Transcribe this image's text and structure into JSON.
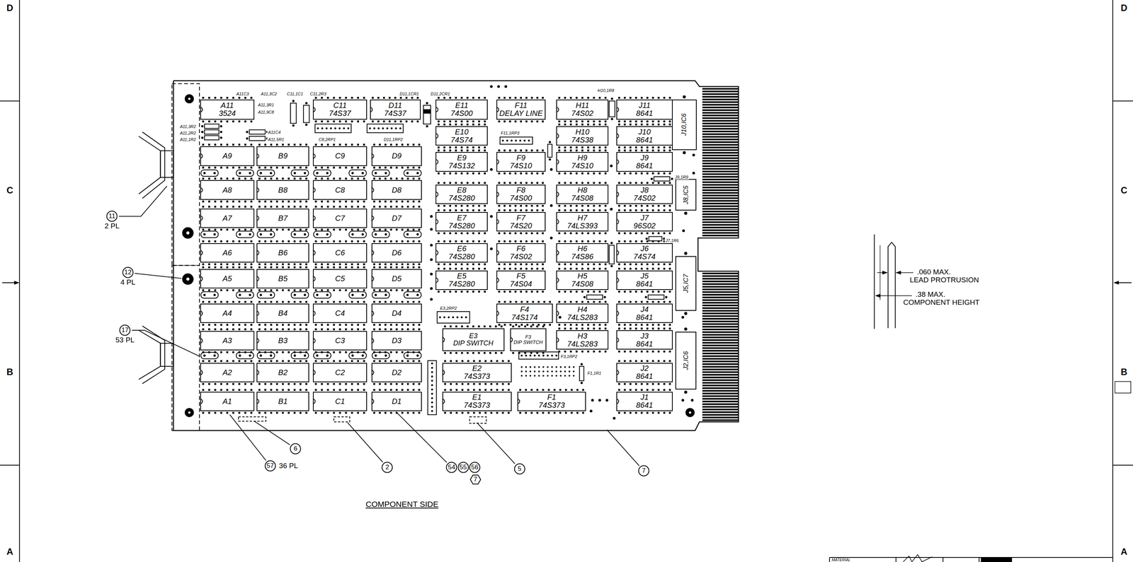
{
  "diagram": {
    "caption": "COMPONENT SIDE",
    "nodes": [
      {
        "text": [
          "A11",
          "3524"
        ]
      },
      {
        "text": [
          "C11",
          "74S37"
        ]
      },
      {
        "text": [
          "D11",
          "74S37"
        ]
      },
      {
        "text": [
          "E11",
          "74S00"
        ]
      },
      {
        "text": [
          "F11",
          "DELAY LINE"
        ]
      },
      {
        "text": [
          "H11",
          "74S02"
        ]
      },
      {
        "text": [
          "J11",
          "8641"
        ]
      },
      {
        "text": [
          "E10",
          "74S74"
        ]
      },
      {
        "text": [
          "H10",
          "74S38"
        ]
      },
      {
        "text": [
          "J10",
          "8641"
        ]
      },
      {
        "text": [
          "J10,IC6"
        ]
      },
      {
        "text": [
          "A9"
        ]
      },
      {
        "text": [
          "B9"
        ]
      },
      {
        "text": [
          "C9"
        ]
      },
      {
        "text": [
          "D9"
        ]
      },
      {
        "text": [
          "E9",
          "74S132"
        ]
      },
      {
        "text": [
          "F9",
          "74S10"
        ]
      },
      {
        "text": [
          "H9",
          "74S10"
        ]
      },
      {
        "text": [
          "J9",
          "8641"
        ]
      },
      {
        "text": [
          "A8"
        ]
      },
      {
        "text": [
          "B8"
        ]
      },
      {
        "text": [
          "C8"
        ]
      },
      {
        "text": [
          "D8"
        ]
      },
      {
        "text": [
          "E8",
          "74S280"
        ]
      },
      {
        "text": [
          "F8",
          "74S00"
        ]
      },
      {
        "text": [
          "H8",
          "74S08"
        ]
      },
      {
        "text": [
          "J8",
          "74S02"
        ]
      },
      {
        "text": [
          "J8,IC5"
        ]
      },
      {
        "text": [
          "A7"
        ]
      },
      {
        "text": [
          "B7"
        ]
      },
      {
        "text": [
          "C7"
        ]
      },
      {
        "text": [
          "D7"
        ]
      },
      {
        "text": [
          "E7",
          "74S280"
        ]
      },
      {
        "text": [
          "F7",
          "74S20"
        ]
      },
      {
        "text": [
          "H7",
          "74LS393"
        ]
      },
      {
        "text": [
          "J7",
          "96S02"
        ]
      },
      {
        "text": [
          "A6"
        ]
      },
      {
        "text": [
          "B6"
        ]
      },
      {
        "text": [
          "C6"
        ]
      },
      {
        "text": [
          "D6"
        ]
      },
      {
        "text": [
          "E6",
          "74S280"
        ]
      },
      {
        "text": [
          "F6",
          "74S02"
        ]
      },
      {
        "text": [
          "H6",
          "74S86"
        ]
      },
      {
        "text": [
          "J6",
          "74S74"
        ]
      },
      {
        "text": [
          "A5"
        ]
      },
      {
        "text": [
          "B5"
        ]
      },
      {
        "text": [
          "C5"
        ]
      },
      {
        "text": [
          "D5"
        ]
      },
      {
        "text": [
          "E5",
          "74S280"
        ]
      },
      {
        "text": [
          "F5",
          "74S04"
        ]
      },
      {
        "text": [
          "H5",
          "74S08"
        ]
      },
      {
        "text": [
          "J5",
          "8641"
        ]
      },
      {
        "text": [
          "J5,IC7"
        ]
      },
      {
        "text": [
          "A4"
        ]
      },
      {
        "text": [
          "B4"
        ]
      },
      {
        "text": [
          "C4"
        ]
      },
      {
        "text": [
          "D4"
        ]
      },
      {
        "text": [
          "F4",
          "74S174"
        ]
      },
      {
        "text": [
          "H4",
          "74LS283"
        ]
      },
      {
        "text": [
          "J4",
          "8641"
        ]
      },
      {
        "text": [
          "A3"
        ]
      },
      {
        "text": [
          "B3"
        ]
      },
      {
        "text": [
          "C3"
        ]
      },
      {
        "text": [
          "D3"
        ]
      },
      {
        "text": [
          "E3",
          "DIP SWITCH"
        ]
      },
      {
        "text": [
          "F3",
          "DIP SWITCH"
        ]
      },
      {
        "text": [
          "H3",
          "74LS283"
        ]
      },
      {
        "text": [
          "J3",
          "8641"
        ]
      },
      {
        "text": [
          "A2"
        ]
      },
      {
        "text": [
          "B2"
        ]
      },
      {
        "text": [
          "C2"
        ]
      },
      {
        "text": [
          "D2"
        ]
      },
      {
        "text": [
          "E2",
          "74S373"
        ]
      },
      {
        "text": [
          "J2",
          "8641"
        ]
      },
      {
        "text": [
          "J2,IC6"
        ]
      },
      {
        "text": [
          "A1"
        ]
      },
      {
        "text": [
          "B1"
        ]
      },
      {
        "text": [
          "C1"
        ]
      },
      {
        "text": [
          "D1"
        ]
      },
      {
        "text": [
          "E1",
          "74S373"
        ]
      },
      {
        "text": [
          "F1",
          "74S373"
        ]
      },
      {
        "text": [
          "J1",
          "8641"
        ]
      },
      {
        "text": [
          "11",
          "2 PL"
        ]
      },
      {
        "text": [
          "12",
          "4 PL"
        ]
      },
      {
        "text": [
          "17",
          "53 PL"
        ]
      },
      {
        "text": [
          "6"
        ]
      },
      {
        "text": [
          "57",
          "36 PL"
        ]
      },
      {
        "text": [
          "2"
        ]
      },
      {
        "text": [
          "54"
        ]
      },
      {
        "text": [
          "55"
        ]
      },
      {
        "text": [
          "56"
        ]
      },
      {
        "text": [
          "7"
        ]
      },
      {
        "text": [
          "5"
        ]
      },
      {
        "text": [
          "7"
        ]
      }
    ],
    "labels": [
      "D",
      "C",
      "B",
      "A",
      "D",
      "C",
      "B",
      "A",
      ".060 MAX.",
      "LEAD PROTRUSION",
      ".38 MAX.",
      "COMPONENT HEIGHT",
      "MATERIAL",
      "A11C3",
      "A11,3C2",
      "C11,1C1",
      "C11,2R3",
      "A11,3R1",
      "A11,9C8",
      "A11,3R2",
      "A11,2R2",
      "A11,1R2",
      "A11C4",
      "A11,5R1",
      "C8,2RP1",
      "D11,1RP2",
      "D11,1CR1",
      "D11,2CR1",
      "H10,1R8",
      "F11,1RP3",
      "J9,1R9",
      "J7,1R6",
      "E3,2RP2",
      "F3,1RP2",
      "F1,1R1"
    ]
  }
}
